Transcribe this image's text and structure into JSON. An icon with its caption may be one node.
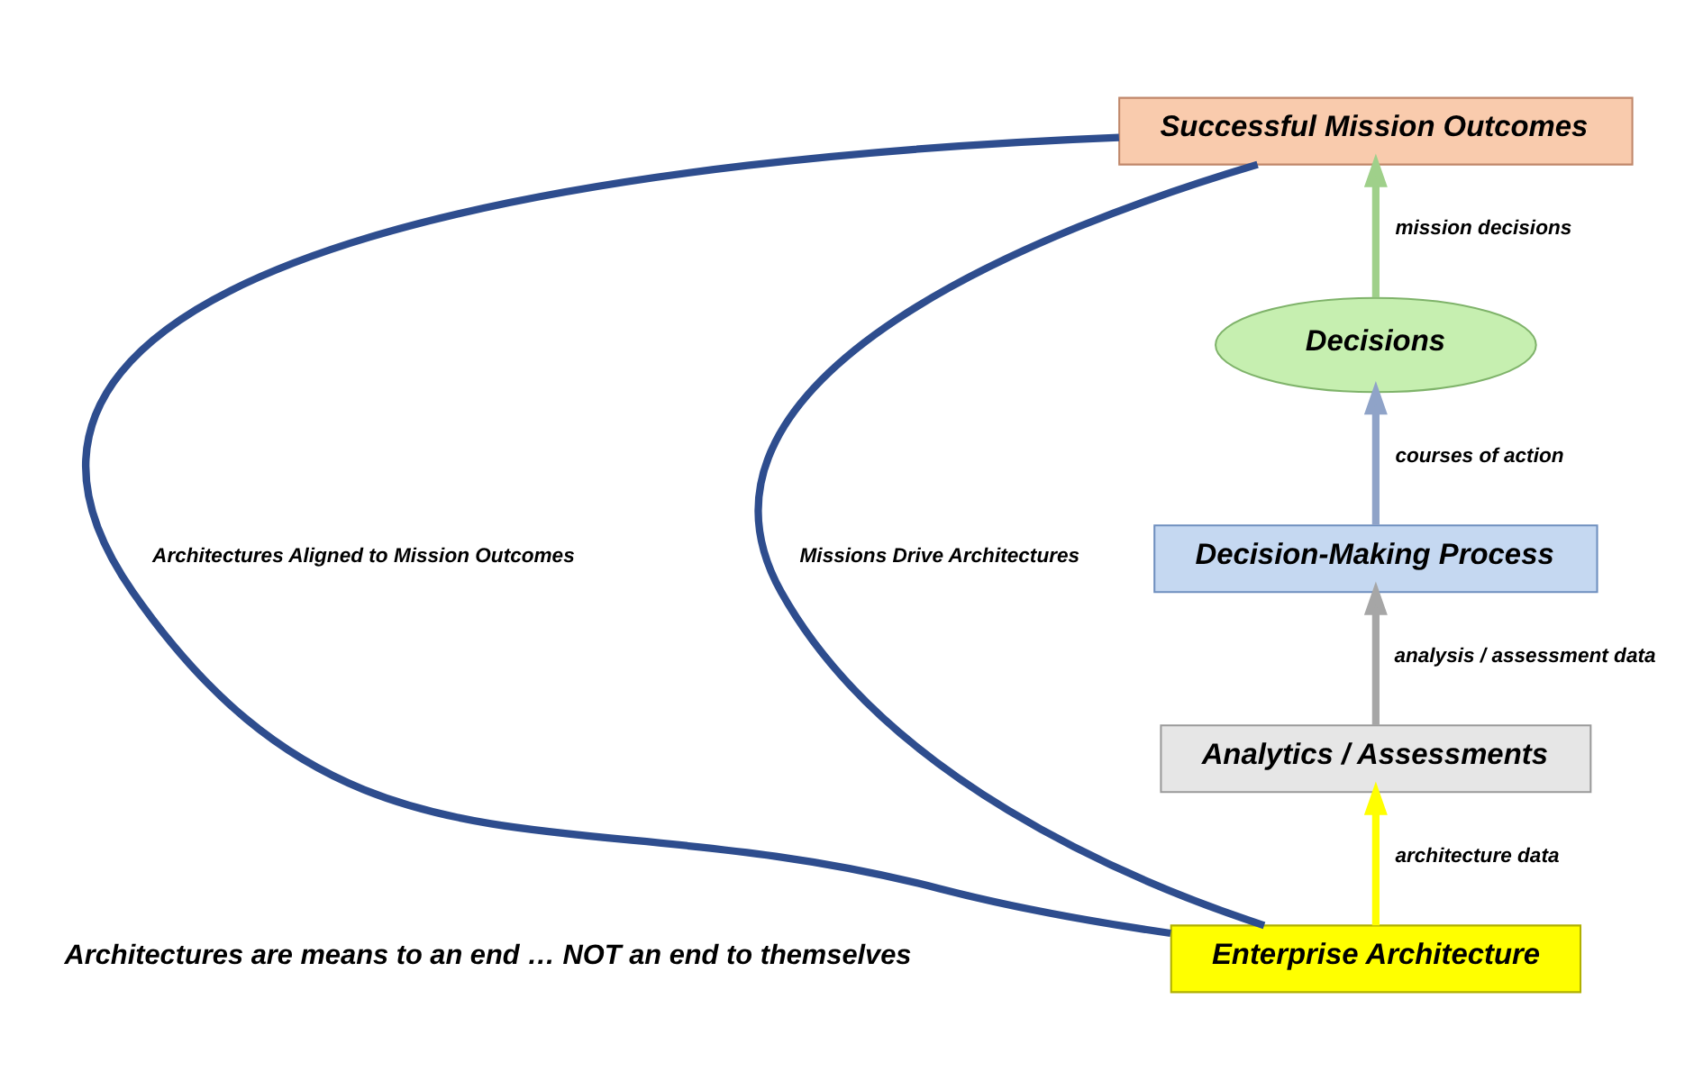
{
  "diagram": {
    "nodes": [
      {
        "text": [
          "Successful Mission Outcomes"
        ]
      },
      {
        "text": [
          "Decisions"
        ]
      },
      {
        "text": [
          "Decision-Making Process"
        ]
      },
      {
        "text": [
          "Analytics / Assessments"
        ]
      },
      {
        "text": [
          "Enterprise Architecture"
        ]
      }
    ],
    "edges": [
      {
        "from": 4,
        "to": 3,
        "arrow": "to",
        "label": "architecture data",
        "color": "#ffff00"
      },
      {
        "from": 3,
        "to": 2,
        "arrow": "to",
        "label": "analysis / assessment data",
        "color": "#a6a6a6"
      },
      {
        "from": 2,
        "to": 1,
        "arrow": "to",
        "label": "courses of action",
        "color": "#8fa3c8"
      },
      {
        "from": 1,
        "to": 0,
        "arrow": "to",
        "label": "mission decisions",
        "color": "#9fd08a"
      },
      {
        "from": 4,
        "to": 0,
        "arrow": "none",
        "label": "Architectures Aligned to Mission Outcomes",
        "color": "#2e4d8e"
      },
      {
        "from": 0,
        "to": 4,
        "arrow": "none",
        "label": "Missions Drive Architectures",
        "color": "#2e4d8e"
      }
    ],
    "labels": [
      "Architectures are means to an end … NOT an end to themselves"
    ]
  }
}
